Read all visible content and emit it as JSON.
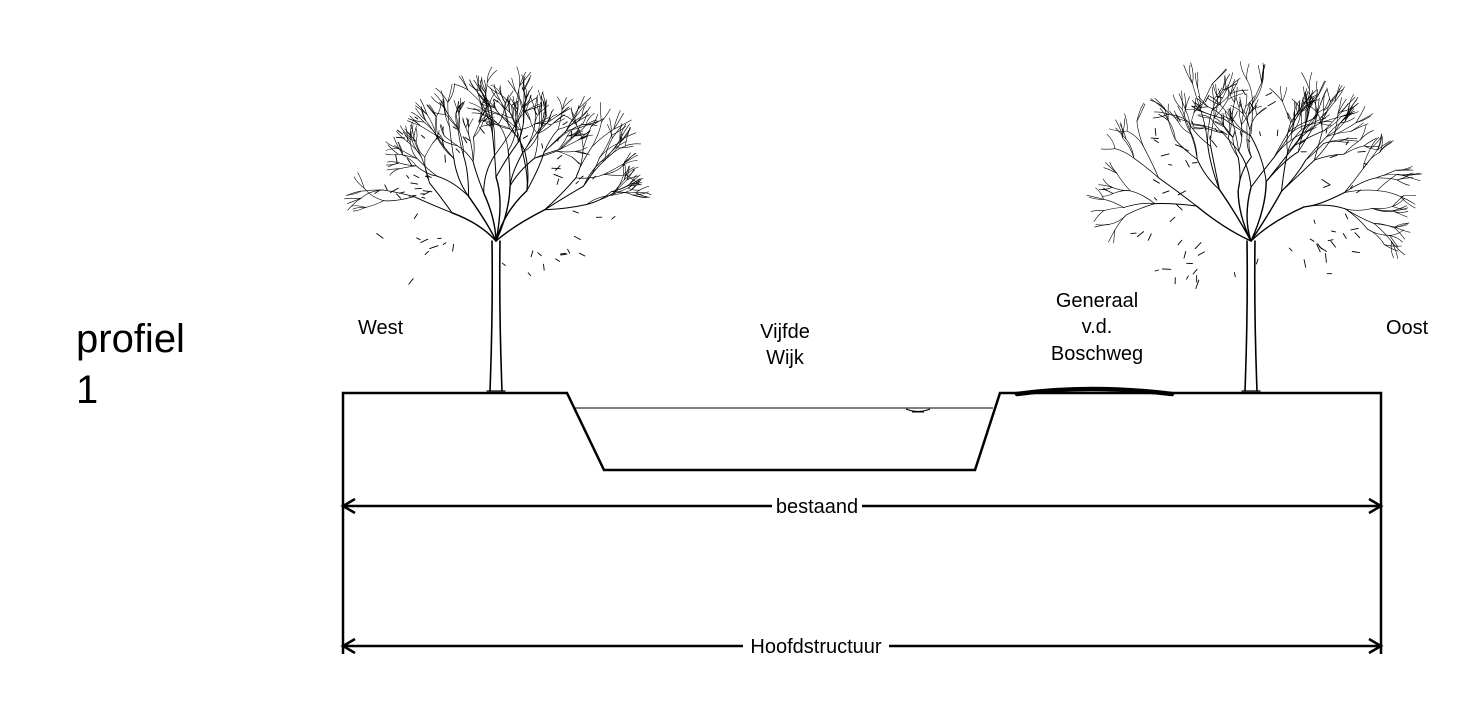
{
  "title": {
    "line1": "profiel",
    "line2": "1"
  },
  "directions": {
    "west": "West",
    "east": "Oost"
  },
  "features": {
    "canal_line1": "Vijfde",
    "canal_line2": "Wijk",
    "road_line1": "Generaal",
    "road_line2": "v.d.",
    "road_line3": "Boschweg"
  },
  "dimensions": {
    "existing": "bestaand",
    "main_structure": "Hoofdstructuur"
  },
  "icons": {
    "trees": [
      "tree-icon",
      "tree-icon"
    ],
    "water_level": "water-level-icon"
  },
  "colors": {
    "line": "#000000",
    "background": "#ffffff"
  }
}
